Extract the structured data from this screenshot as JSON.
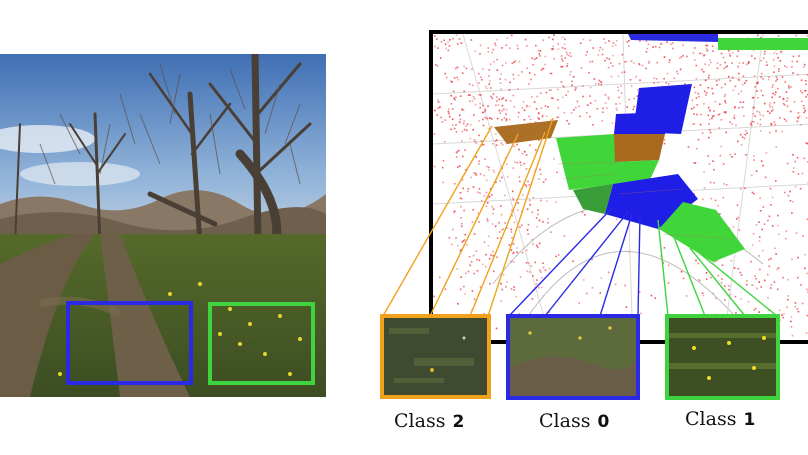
{
  "colors": {
    "class0": "#2a2ae6",
    "class1": "#3fd43f",
    "class2": "#f0a21c",
    "lidar": "#e8343a"
  },
  "captions": [
    {
      "word": "Class",
      "num": "2"
    },
    {
      "word": "Class",
      "num": "0"
    },
    {
      "word": "Class",
      "num": "1"
    }
  ]
}
